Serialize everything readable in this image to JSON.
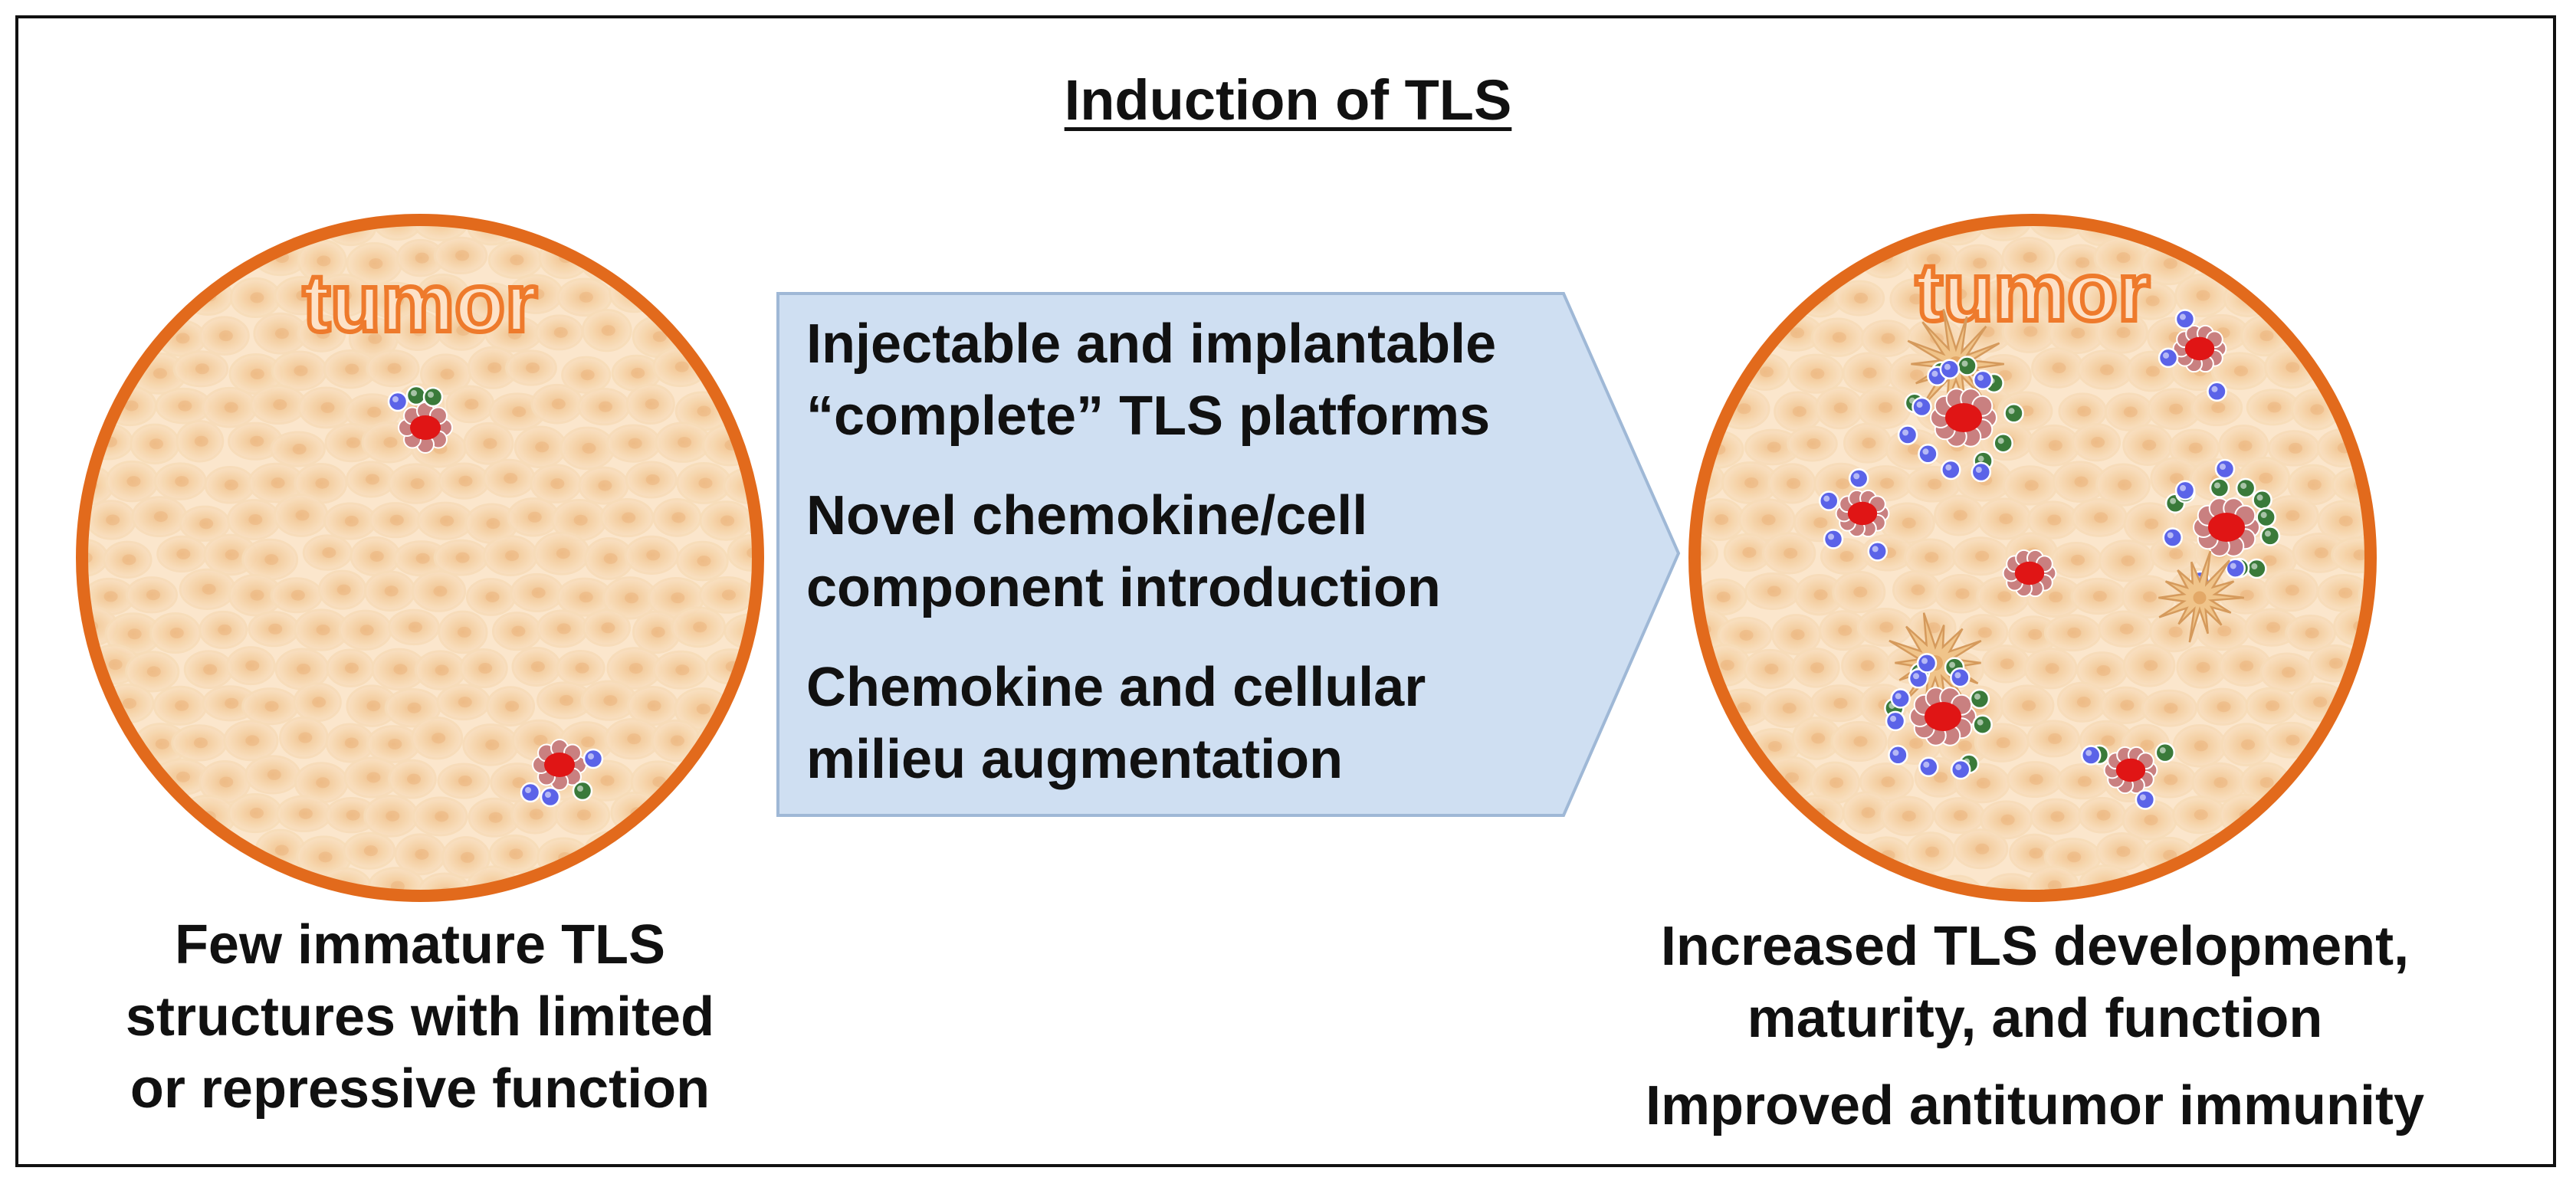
{
  "title": "Induction of TLS",
  "left_panel": {
    "label": "tumor",
    "caption_lines": [
      "Few immature TLS",
      "structures with limited",
      "or repressive function"
    ]
  },
  "arrow": {
    "items": [
      {
        "lines": [
          "Injectable and implantable",
          "“complete” TLS platforms"
        ]
      },
      {
        "lines": [
          "Novel chemokine/cell",
          "component introduction"
        ]
      },
      {
        "lines": [
          "Chemokine and cellular",
          "milieu augmentation"
        ]
      }
    ]
  },
  "right_panel": {
    "label": "tumor",
    "caption_lines": [
      "Increased TLS development,",
      "maturity, and function"
    ],
    "caption_extra": "Improved antitumor immunity"
  },
  "colors": {
    "circle_border": "#e26a1c",
    "tissue_fill": "#fbe3c4",
    "cell_fill": "#f3cfa3",
    "arrow_fill": "#cfdff2",
    "arrow_stroke": "#9fb8d6",
    "tls_core": "#e01515",
    "tls_ring": "#c98080",
    "b_cell": "#5b63e8",
    "t_cell": "#3a7a3a",
    "dendritic": "#f0c48a"
  }
}
